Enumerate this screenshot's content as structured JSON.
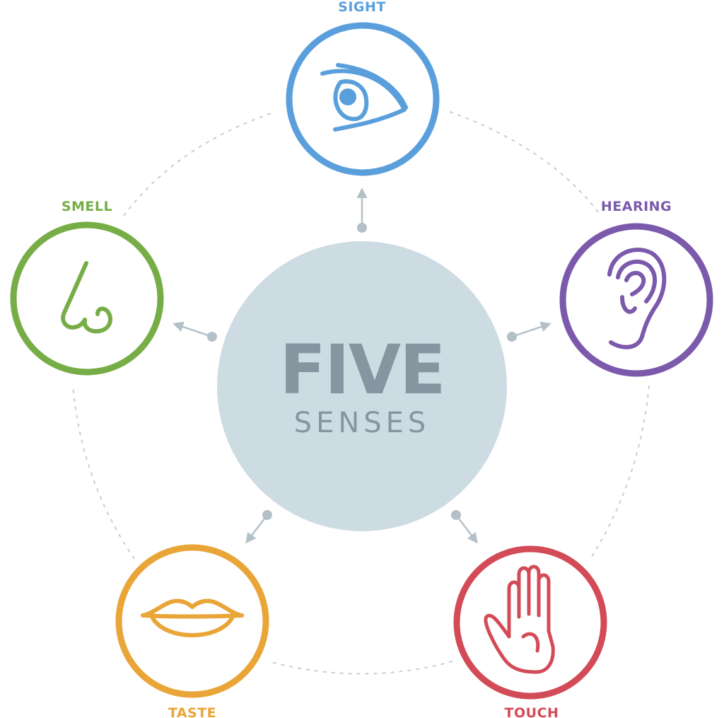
{
  "title": "FIVE",
  "subtitle": "SENSES",
  "colors": {
    "center_fill": "#cddbe3",
    "center_text": "#8696a0",
    "connector": "#b4c0c8",
    "orbit": "#c8cdd1"
  },
  "senses": [
    {
      "id": "sight",
      "label": "SIGHT",
      "color": "#5a9fdc",
      "icon": "eye-icon"
    },
    {
      "id": "hearing",
      "label": "HEARING",
      "color": "#7b59ab",
      "icon": "ear-icon"
    },
    {
      "id": "touch",
      "label": "TOUCH",
      "color": "#d34b57",
      "icon": "hand-icon"
    },
    {
      "id": "taste",
      "label": "TASTE",
      "color": "#e9a537",
      "icon": "lips-icon"
    },
    {
      "id": "smell",
      "label": "SMELL",
      "color": "#76ad46",
      "icon": "nose-icon"
    }
  ]
}
